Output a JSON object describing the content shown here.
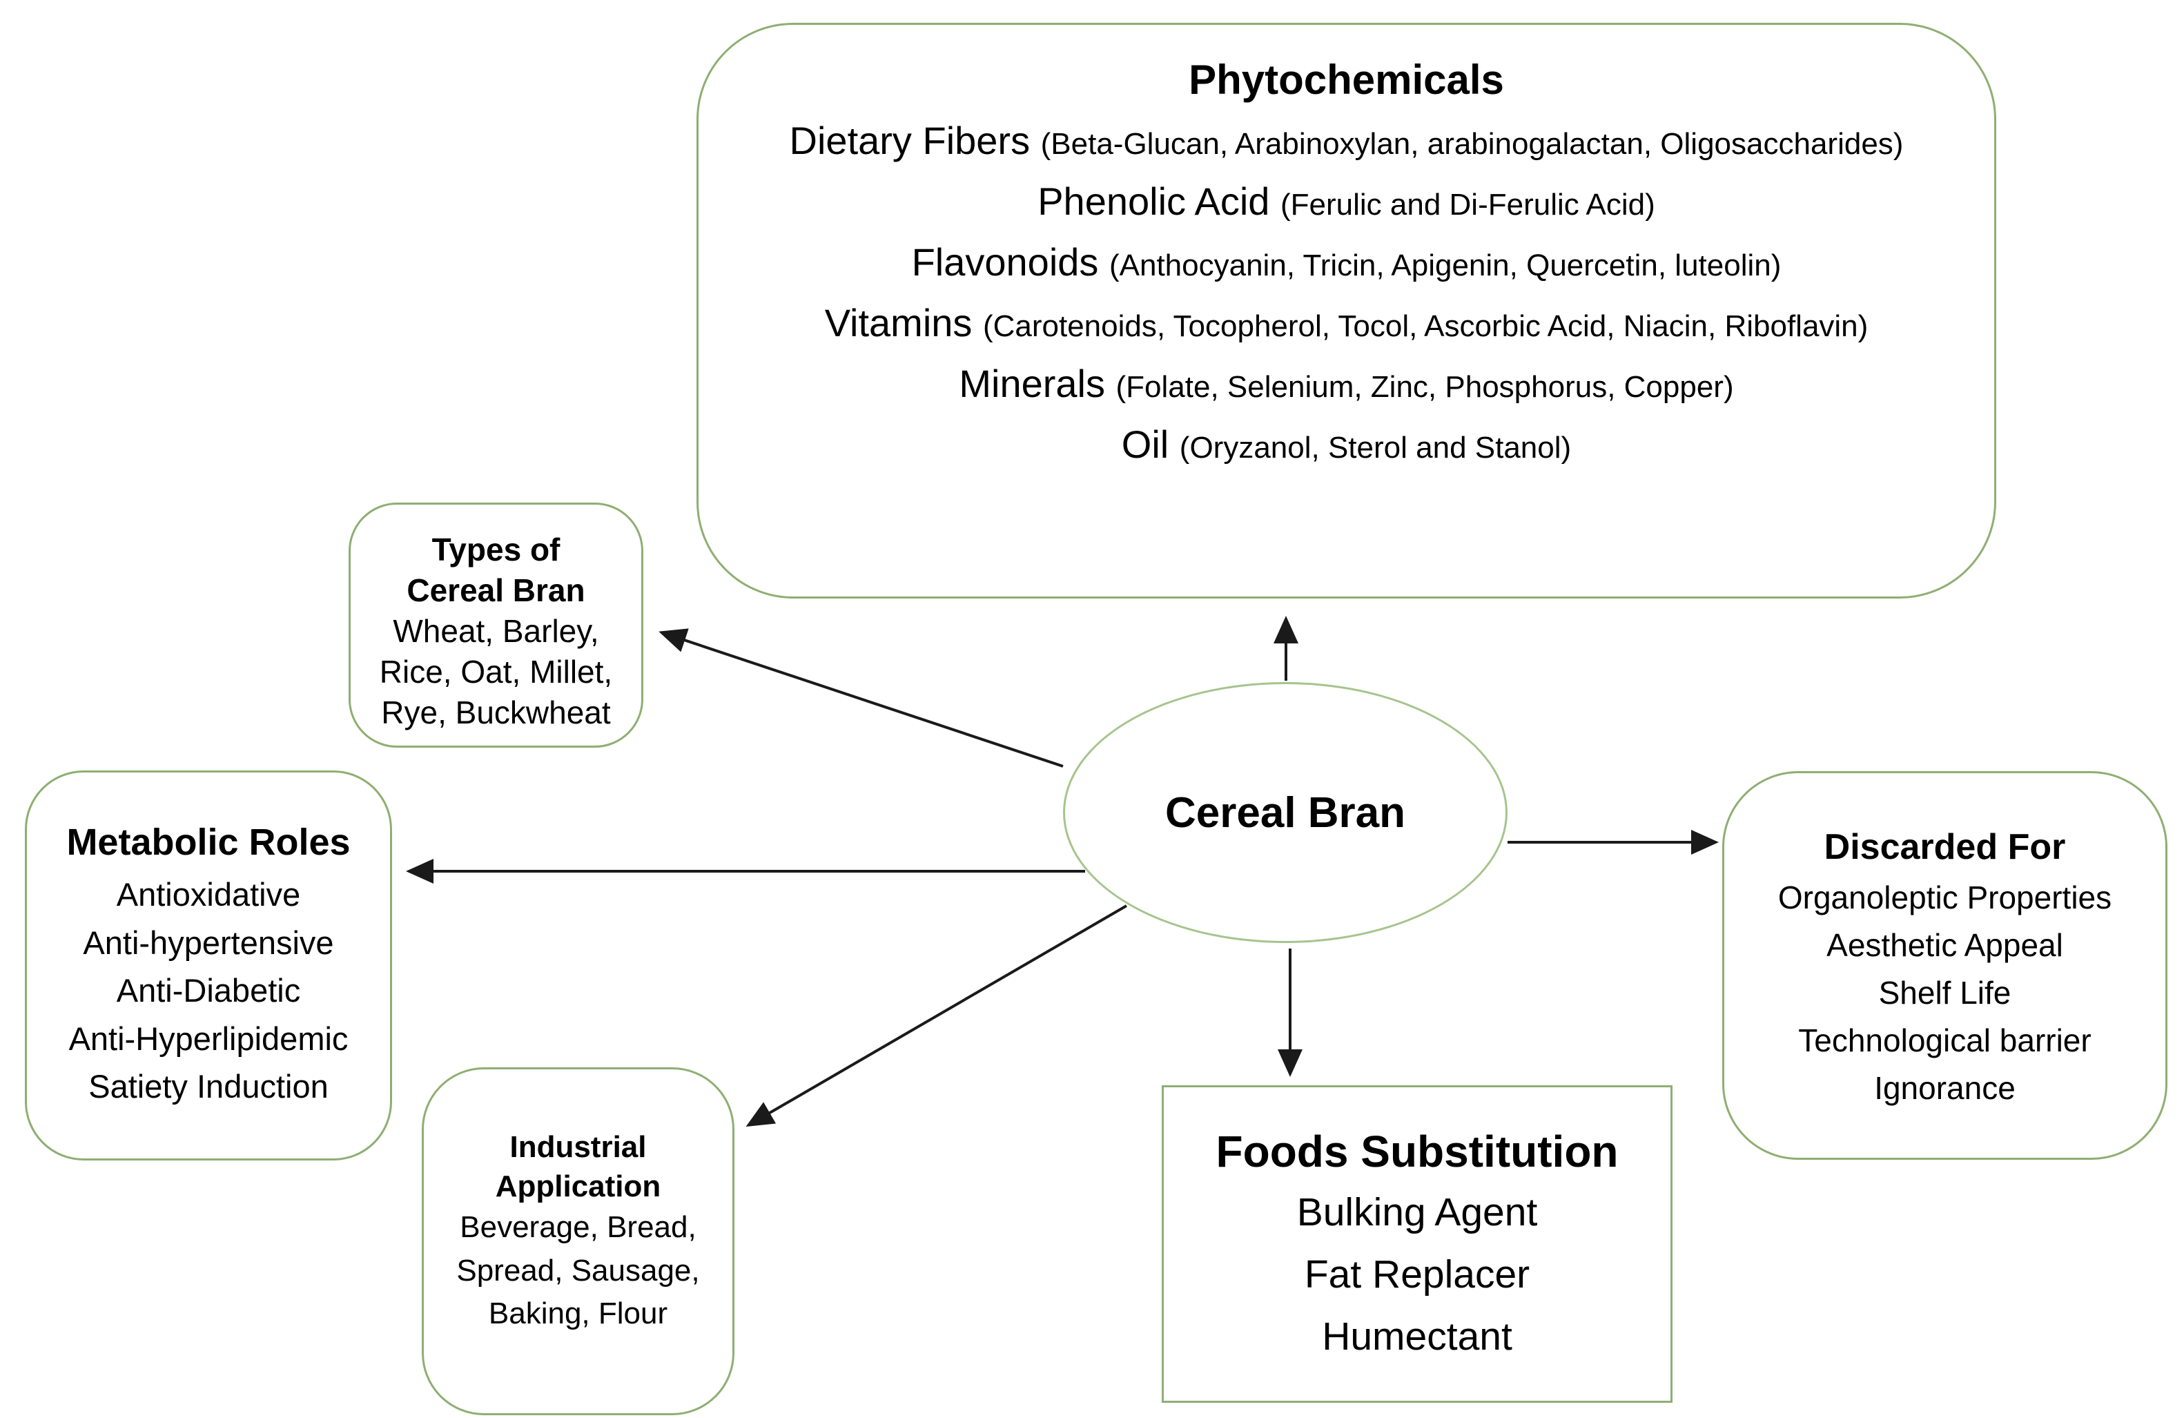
{
  "colors": {
    "box_border": "#8fae72",
    "ellipse_border": "#a6c48c",
    "arrow": "#1a1a1a",
    "background": "#ffffff",
    "text": "#000000"
  },
  "center": {
    "label": "Cereal Bran"
  },
  "phytochemicals": {
    "title": "Phytochemicals",
    "items": [
      {
        "main": "Dietary Fibers ",
        "detail": "(Beta-Glucan, Arabinoxylan, arabinogalactan, Oligosaccharides)"
      },
      {
        "main": "Phenolic Acid ",
        "detail": "(Ferulic and Di-Ferulic Acid)"
      },
      {
        "main": "Flavonoids ",
        "detail": "(Anthocyanin, Tricin, Apigenin, Quercetin, luteolin)"
      },
      {
        "main": "Vitamins ",
        "detail": "(Carotenoids, Tocopherol, Tocol, Ascorbic Acid, Niacin, Riboflavin)"
      },
      {
        "main": "Minerals ",
        "detail": "(Folate, Selenium, Zinc, Phosphorus, Copper)"
      },
      {
        "main": "Oil ",
        "detail": "(Oryzanol, Sterol and Stanol)"
      }
    ]
  },
  "types": {
    "title_lines": [
      "Types of",
      "Cereal Bran"
    ],
    "lines": [
      "Wheat, Barley,",
      "Rice, Oat, Millet,",
      "Rye, Buckwheat"
    ]
  },
  "metabolic": {
    "title": "Metabolic Roles",
    "lines": [
      "Antioxidative",
      "Anti-hypertensive",
      "Anti-Diabetic",
      "Anti-Hyperlipidemic",
      "Satiety Induction"
    ]
  },
  "industrial": {
    "title_lines": [
      "Industrial",
      "Application"
    ],
    "lines": [
      "Beverage, Bread,",
      "Spread, Sausage,",
      "Baking, Flour"
    ]
  },
  "foods": {
    "title": "Foods Substitution",
    "lines": [
      "Bulking Agent",
      "Fat Replacer",
      "Humectant"
    ]
  },
  "discarded": {
    "title": "Discarded For",
    "lines": [
      "Organoleptic Properties",
      "Aesthetic Appeal",
      "Shelf Life",
      "Technological barrier",
      "Ignorance"
    ]
  }
}
